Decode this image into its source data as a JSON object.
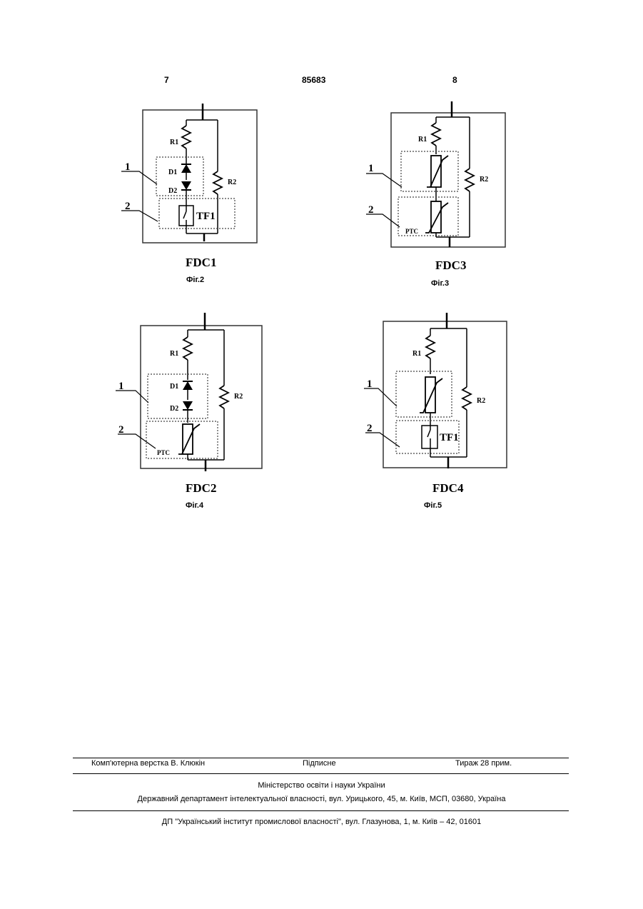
{
  "header": {
    "left_page": "7",
    "patent_number": "85683",
    "right_page": "8"
  },
  "figures": [
    {
      "title": "FDC1",
      "caption": "Фіг.2",
      "r1": "R1",
      "r2": "R2",
      "block1": "1",
      "block2": "2",
      "d1": "D1",
      "d2": "D2",
      "elem": "TF1"
    },
    {
      "title": "FDC3",
      "caption": "Фіг.3",
      "r1": "R1",
      "r2": "R2",
      "block1": "1",
      "block2": "2",
      "elem": "PTC"
    },
    {
      "title": "FDC2",
      "caption": "Фіг.4",
      "r1": "R1",
      "r2": "R2",
      "block1": "1",
      "block2": "2",
      "d1": "D1",
      "d2": "D2",
      "elem": "PTC"
    },
    {
      "title": "FDC4",
      "caption": "Фіг.5",
      "r1": "R1",
      "r2": "R2",
      "block1": "1",
      "block2": "2",
      "elem": "TF1"
    }
  ],
  "footer": {
    "layout": "Комп'ютерна верстка В. Клюкін",
    "signed": "Підписне",
    "circulation": "Тираж 28 прим.",
    "ministry": "Міністерство освіти і науки України",
    "department": "Державний департамент інтелектуальної власності, вул. Урицького, 45, м. Київ, МСП, 03680, Україна",
    "institute": "ДП \"Український інститут промислової власності\", вул. Глазунова, 1, м. Київ – 42, 01601"
  }
}
